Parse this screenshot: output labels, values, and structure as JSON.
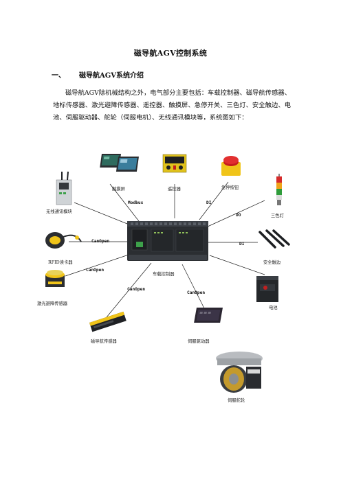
{
  "document": {
    "title": "磁导航AGV控制系统",
    "section_number": "一、",
    "section_title": "磁导航AGV系统介绍",
    "paragraph": "磁导航AGV除机械结构之外，电气部分主要包括：车载控制器、磁导航传感器、地标传感器、激光避障传感器、遥控器、触摸屏、急停开关、三色灯、安全触边、电池、伺服驱动器、舵轮（伺服电机）、无线通讯模块等，系统图如下："
  },
  "diagram": {
    "center": "车载控制器",
    "components": {
      "touchscreen": "触摸屏",
      "remote": "遥控器",
      "estop": "急停按钮",
      "wireless": "无线通讯模块",
      "lamp": "三色灯",
      "rfid": "RFID读卡器",
      "safety_edge": "安全触边",
      "laser": "激光避障传感器",
      "battery": "电池",
      "mag_sensor": "磁导航传感器",
      "servo_driver": "伺服驱动器",
      "wheel": "伺服舵轮"
    },
    "connections": {
      "modbus": "Modbus",
      "di_top": "DI",
      "do": "DO",
      "di_right": "DI",
      "canopen_rfid": "CanOpen",
      "canopen_laser": "CanOpen",
      "canopen_mag": "CanOpen",
      "canopen_servo": "CanOpen"
    }
  }
}
